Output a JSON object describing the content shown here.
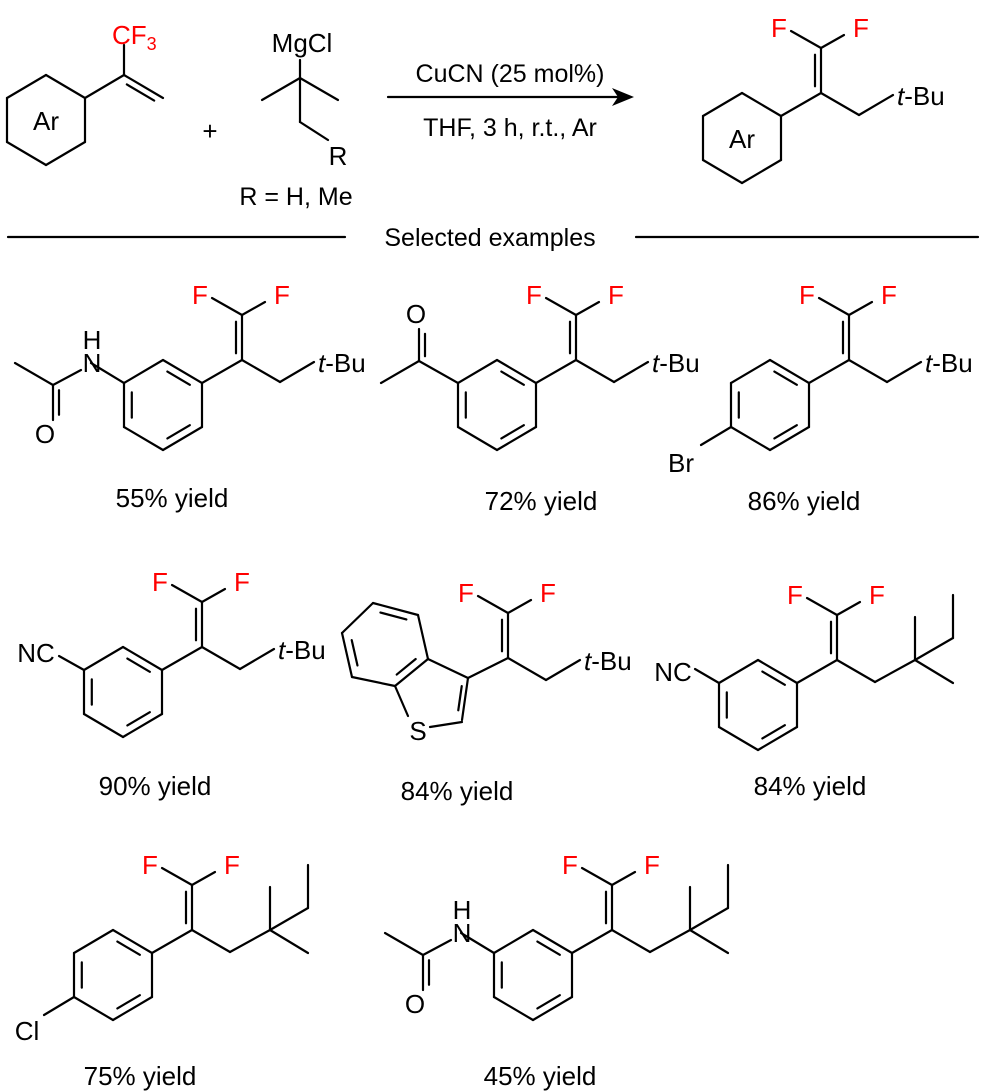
{
  "colors": {
    "bond": "#000000",
    "fluorine": "#ff0000"
  },
  "reaction": {
    "reactant1": {
      "ring_label": "Ar",
      "cf": "CF",
      "cf_sub": "3"
    },
    "plus": "+",
    "reactant2": {
      "metal": "MgCl",
      "r": "R"
    },
    "r_definition": "R = H, Me",
    "conditions_above": "CuCN (25 mol%)",
    "conditions_below": "THF, 3 h, r.t., Ar",
    "product": {
      "ring_label": "Ar",
      "f1": "F",
      "f2": "F",
      "tbu_t": "t",
      "tbu_rest": "-Bu"
    }
  },
  "section_title": "Selected examples",
  "examples": [
    {
      "f1": "F",
      "f2": "F",
      "tbu_t": "t",
      "tbu_rest": "-Bu",
      "n": "N",
      "h": "H",
      "o": "O",
      "yield": "55% yield"
    },
    {
      "f1": "F",
      "f2": "F",
      "tbu_t": "t",
      "tbu_rest": "-Bu",
      "o": "O",
      "yield": "72% yield"
    },
    {
      "f1": "F",
      "f2": "F",
      "tbu_t": "t",
      "tbu_rest": "-Bu",
      "x": "Br",
      "yield": "86% yield"
    },
    {
      "f1": "F",
      "f2": "F",
      "tbu_t": "t",
      "tbu_rest": "-Bu",
      "x": "NC",
      "yield": "90% yield"
    },
    {
      "f1": "F",
      "f2": "F",
      "tbu_t": "t",
      "tbu_rest": "-Bu",
      "s": "S",
      "yield": "84% yield"
    },
    {
      "f1": "F",
      "f2": "F",
      "x": "NC",
      "yield": "84% yield"
    },
    {
      "f1": "F",
      "f2": "F",
      "x": "Cl",
      "yield": "75% yield"
    },
    {
      "f1": "F",
      "f2": "F",
      "n": "N",
      "h": "H",
      "o": "O",
      "yield": "45% yield"
    }
  ]
}
